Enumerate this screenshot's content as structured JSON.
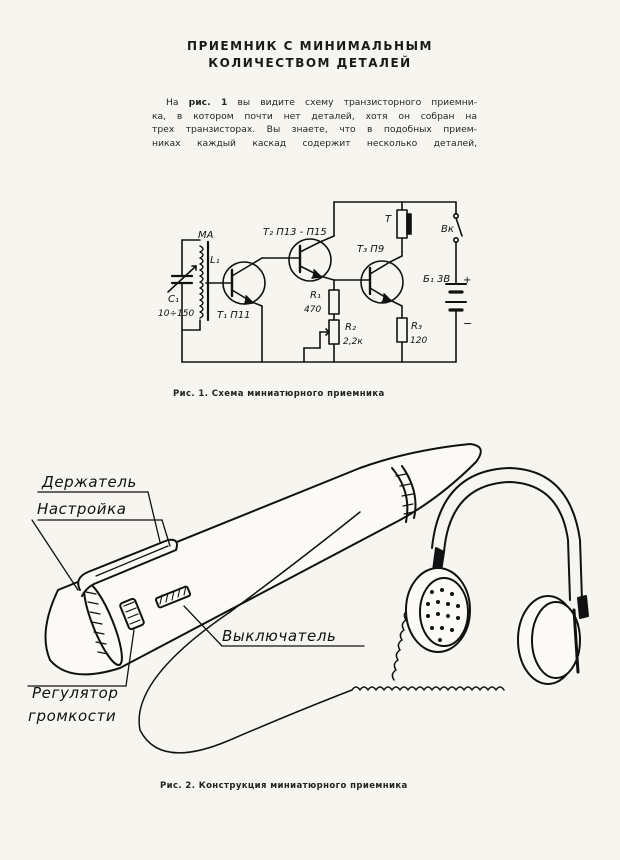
{
  "article": {
    "title_line1": "ПРИЕМНИК С МИНИМАЛЬНЫМ",
    "title_line2": "КОЛИЧЕСТВОМ ДЕТАЛЕЙ",
    "intro_lead": "На ",
    "intro_fig_ref": "рис. 1",
    "intro_line1_rest": " вы видите схему транзисторного приемни-",
    "intro_line2": "ка, в котором почти нет деталей, хотя он собран на",
    "intro_line3": "трех транзисторах. Вы знаете, что в подобных прием-",
    "intro_line4": "никах каждый каскад содержит несколько деталей,"
  },
  "figure1": {
    "caption": "Рис. 1. Схема миниатюрного приемника",
    "labels": {
      "ma": "МА",
      "l1": "L₁",
      "c1": "C₁",
      "c1_value": "10÷150",
      "t1": "T₁ П11",
      "t2": "T₂ П13 - П15",
      "t3": "T₃ П9",
      "t": "Т",
      "bk": "Вк",
      "battery": "Б₁ 3В",
      "plus": "+",
      "minus": "−",
      "r1": "R₁",
      "r1_value": "470",
      "r2": "R₂",
      "r2_value": "2,2к",
      "r3": "R₃",
      "r3_value": "120"
    }
  },
  "figure2": {
    "caption": "Рис. 2. Конструкция миниатюрного приемника",
    "labels": {
      "holder": "Держатель",
      "tuning": "Настройка",
      "switch": "Выключатель",
      "volume_line1": "Регулятор",
      "volume_line2": "громкости"
    }
  }
}
